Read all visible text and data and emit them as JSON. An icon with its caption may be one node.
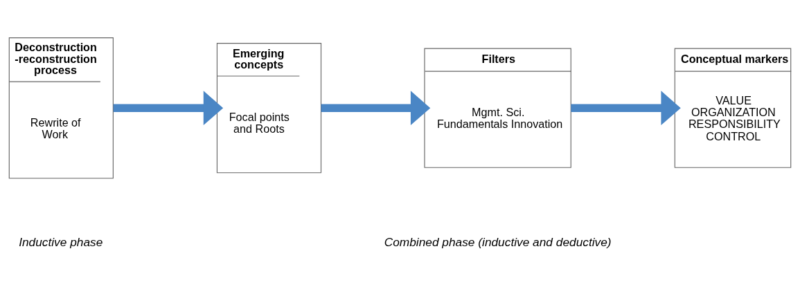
{
  "diagram": {
    "nodes": [
      {
        "text": [
          "Deconstruction -reconstruction process",
          "Rewrite of Work"
        ]
      },
      {
        "text": [
          "Emerging concepts",
          "Focal points and Roots"
        ]
      },
      {
        "text": [
          "Filters",
          "Mgmt. Sci. Fundamentals Innovation"
        ]
      },
      {
        "text": [
          "Conceptual markers",
          "VALUE ORGANIZATION RESPONSIBILITY CONTROL"
        ]
      }
    ],
    "edges": [
      {
        "from": 0,
        "to": 1,
        "arrow": "to"
      },
      {
        "from": 1,
        "to": 2,
        "arrow": "to"
      },
      {
        "from": 2,
        "to": 3,
        "arrow": "to"
      }
    ],
    "labels": [
      "Inductive phase",
      "Combined phase (inductive and deductive)"
    ]
  }
}
